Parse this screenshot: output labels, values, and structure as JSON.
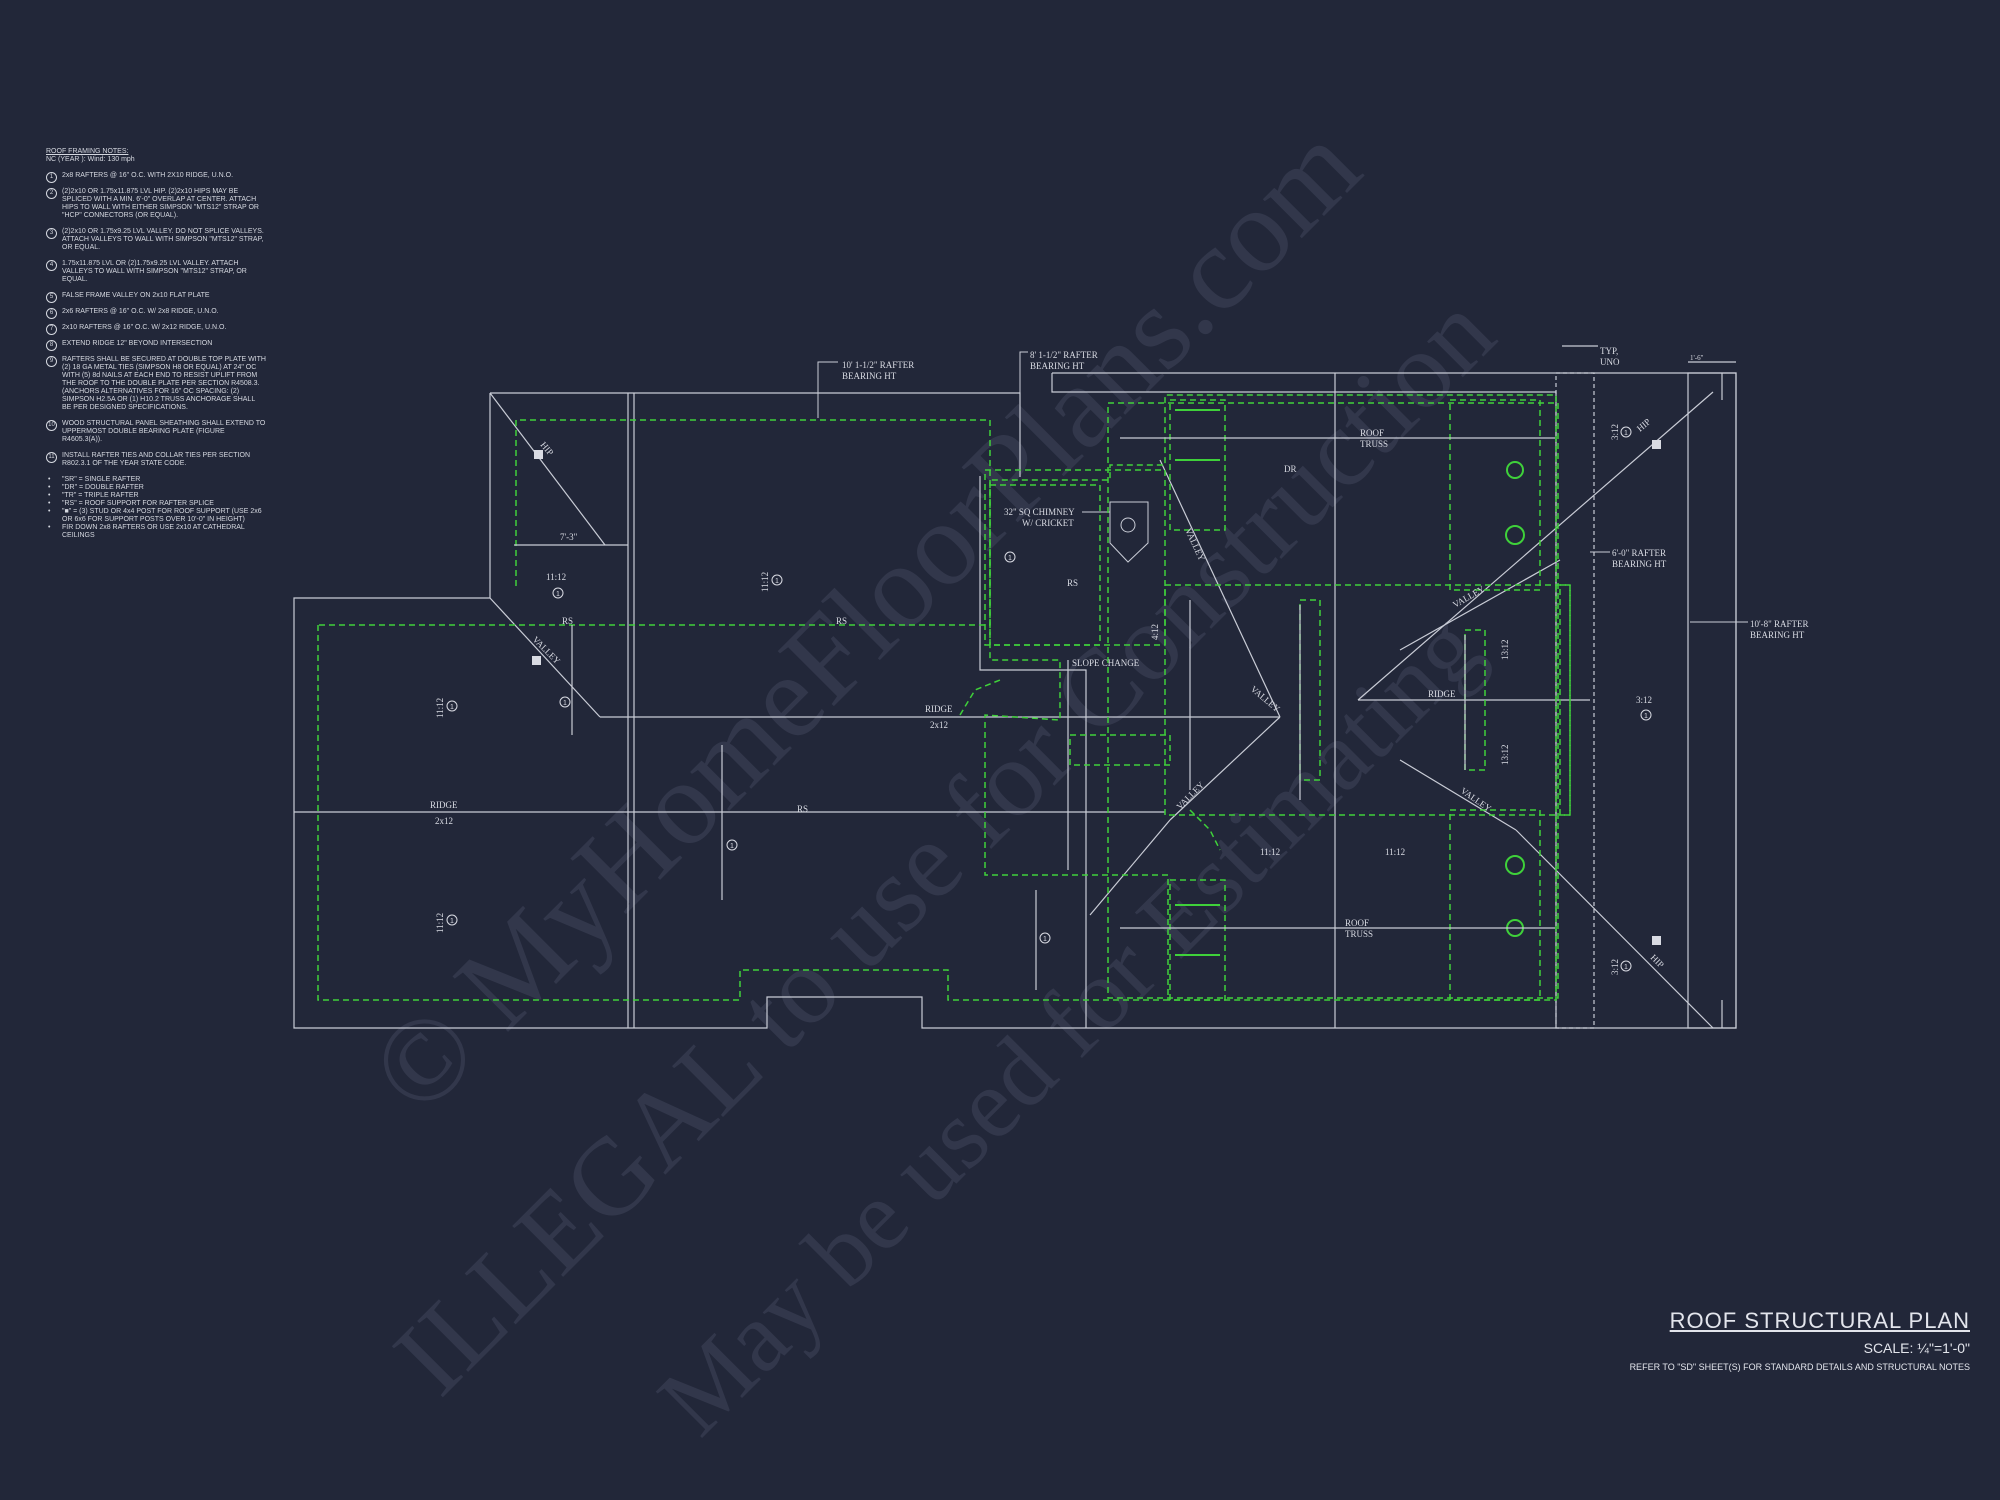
{
  "notes": {
    "title": "ROOF FRAMING NOTES:",
    "subtitle": "NC (YEAR ): Wind: 130 mph",
    "items": [
      {
        "num": "1",
        "text": "2x8 RAFTERS @ 16\" O.C. WITH 2X10 RIDGE, U.N.O."
      },
      {
        "num": "2",
        "text": "(2)2x10 OR 1.75x11.875 LVL HIP. (2)2x10 HIPS MAY BE SPLICED WITH A MIN. 6'-0\" OVERLAP AT CENTER. ATTACH HIPS TO WALL WITH EITHER SIMPSON \"MTS12\" STRAP OR \"HCP\" CONNECTORS (OR EQUAL)."
      },
      {
        "num": "3",
        "text": "(2)2x10 OR 1.75x9.25 LVL VALLEY. DO NOT SPLICE VALLEYS. ATTACH VALLEYS TO WALL WITH SIMPSON \"MTS12\" STRAP, OR EQUAL."
      },
      {
        "num": "4",
        "text": "1.75x11.875 LVL OR (2)1.75x9.25 LVL VALLEY. ATTACH VALLEYS TO WALL WITH SIMPSON \"MTS12\" STRAP, OR EQUAL."
      },
      {
        "num": "5",
        "text": "FALSE FRAME VALLEY ON 2x10 FLAT PLATE"
      },
      {
        "num": "6",
        "text": "2x6 RAFTERS @ 16\" O.C. W/ 2x8 RIDGE, U.N.O."
      },
      {
        "num": "7",
        "text": "2x10 RAFTERS @ 16\" O.C. W/ 2x12 RIDGE, U.N.O."
      },
      {
        "num": "8",
        "text": "EXTEND RIDGE 12\" BEYOND INTERSECTION"
      },
      {
        "num": "9",
        "text": "RAFTERS SHALL BE SECURED AT DOUBLE TOP PLATE WITH (2) 18 GA METAL TIES (SIMPSON H8 OR EQUAL) AT 24\" OC WITH (5) 8d NAILS AT EACH END TO RESIST UPLIFT FROM THE ROOF TO THE DOUBLE PLATE PER SECTION R4508.3. (ANCHORS ALTERNATIVES FOR 16\" OC SPACING: (2) SIMPSON H2.5A OR (1) H10.2 TRUSS ANCHORAGE SHALL BE PER DESIGNED SPECIFICATIONS."
      },
      {
        "num": "10",
        "text": "WOOD STRUCTURAL PANEL SHEATHING SHALL EXTEND TO UPPERMOST DOUBLE BEARING PLATE (FIGURE R4605.3(A))."
      },
      {
        "num": "11",
        "text": "INSTALL RAFTER TIES AND COLLAR TIES PER SECTION R802.3.1 OF THE YEAR STATE CODE."
      }
    ],
    "legend": [
      "\"SR\" = SINGLE RAFTER",
      "\"DR\" = DOUBLE RAFTER",
      "\"TR\" = TRIPLE RAFTER",
      "\"RS\" = ROOF SUPPORT FOR RAFTER SPLICE",
      "\"■\" = (3) STUD OR 4x4 POST FOR ROOF SUPPORT (USE 2x6 OR 6x6 FOR SUPPORT POSTS OVER 10'-0\" IN HEIGHT)",
      "FIR DOWN 2x8 RAFTERS OR USE 2x10 AT CATHEDRAL CEILINGS"
    ]
  },
  "plan_labels": {
    "bearing_10_1": [
      "10' 1-1/2\" RAFTER",
      "BEARING HT"
    ],
    "bearing_8_1": [
      "8' 1-1/2\" RAFTER",
      "BEARING HT"
    ],
    "typ_uno": [
      "TYP,",
      "UNO"
    ],
    "dim_1_6": "1'-6\"",
    "chimney": [
      "32\" SQ CHIMNEY",
      "W/ CRICKET"
    ],
    "bearing_6_0": [
      "6'-0\" RAFTER",
      "BEARING HT"
    ],
    "bearing_10_8": [
      "10'-8\" RAFTER",
      "BEARING HT"
    ],
    "slope_change": "SLOPE CHANGE",
    "ridge": "RIDGE",
    "size_2x12": "2x12",
    "rs": "RS",
    "dr": "DR",
    "hip": "HIP",
    "valley": "VALLEY",
    "roof_truss": [
      "ROOF",
      "TRUSS"
    ],
    "dim_7_3": "7'-3\"",
    "slope_11_12": "11:12",
    "slope_3_12": "3:12",
    "slope_4_12": "4:12",
    "slope_13_12": "13:12",
    "callout_1": "1"
  },
  "title_block": {
    "title": "ROOF STRUCTURAL PLAN",
    "scale": "SCALE: ¼\"=1'-0\"",
    "note": "REFER TO \"SD\" SHEET(S) FOR STANDARD DETAILS AND STRUCTURAL NOTES"
  },
  "watermark": {
    "line1": "© MyHomeFloorPlans.com",
    "line2": "ILLEGAL to use for Construction",
    "line3": "May be used for Estimating"
  },
  "colors": {
    "background": "#222739",
    "linework": "#c9ccd6",
    "framing_green": "#3fd13a",
    "text": "#d9dbe3"
  }
}
